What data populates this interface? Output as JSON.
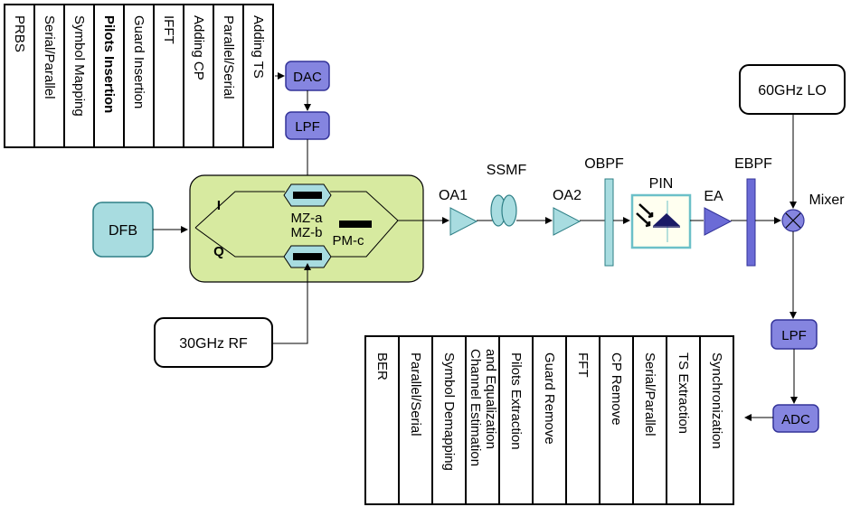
{
  "tx_blocks": [
    {
      "label": "PRBS",
      "color": "#000000"
    },
    {
      "label": "Serial/Parallel",
      "color": "#000000"
    },
    {
      "label": "Symbol Mapping",
      "color": "#000000"
    },
    {
      "label": "Pilots Insertion",
      "color": "#e31a1c"
    },
    {
      "label": "Guard Insertion",
      "color": "#000000"
    },
    {
      "label": "IFFT",
      "color": "#000000"
    },
    {
      "label": "Adding CP",
      "color": "#000000"
    },
    {
      "label": "Parallel/Serial",
      "color": "#000000"
    },
    {
      "label": "Adding TS",
      "color": "#000000"
    }
  ],
  "rx_blocks": [
    {
      "label": "BER"
    },
    {
      "label": "Parallel/Serial"
    },
    {
      "label": "Symbol Demapping"
    },
    {
      "label": "Channel Estimation and Equalization",
      "line1": "Channel Estimation",
      "line2": "and Equalization"
    },
    {
      "label": "Pilots Extraction"
    },
    {
      "label": "Guard Remove"
    },
    {
      "label": "FFT"
    },
    {
      "label": "CP Remove"
    },
    {
      "label": "Serial/Parallel"
    },
    {
      "label": "TS Extraction"
    },
    {
      "label": "Synchronization"
    }
  ],
  "labels": {
    "dac": "DAC",
    "lpf_tx": "LPF",
    "dfb": "DFB",
    "mod_i": "I",
    "mod_q": "Q",
    "mz_a": "MZ-a",
    "mz_b": "MZ-b",
    "pm_c": "PM-c",
    "rf": "30GHz RF",
    "oa1": "OA1",
    "ssmf": "SSMF",
    "oa2": "OA2",
    "obpf": "OBPF",
    "pin": "PIN",
    "ea": "EA",
    "ebpf": "EBPF",
    "lo": "60GHz LO",
    "mixer": "Mixer",
    "lpf_rx": "LPF",
    "adc": "ADC"
  },
  "colors": {
    "blue_block": "#8585e0",
    "teal_block": "#a8dce0",
    "modulator_bg": "#d7eaa0",
    "highlight": "#e31a1c"
  }
}
